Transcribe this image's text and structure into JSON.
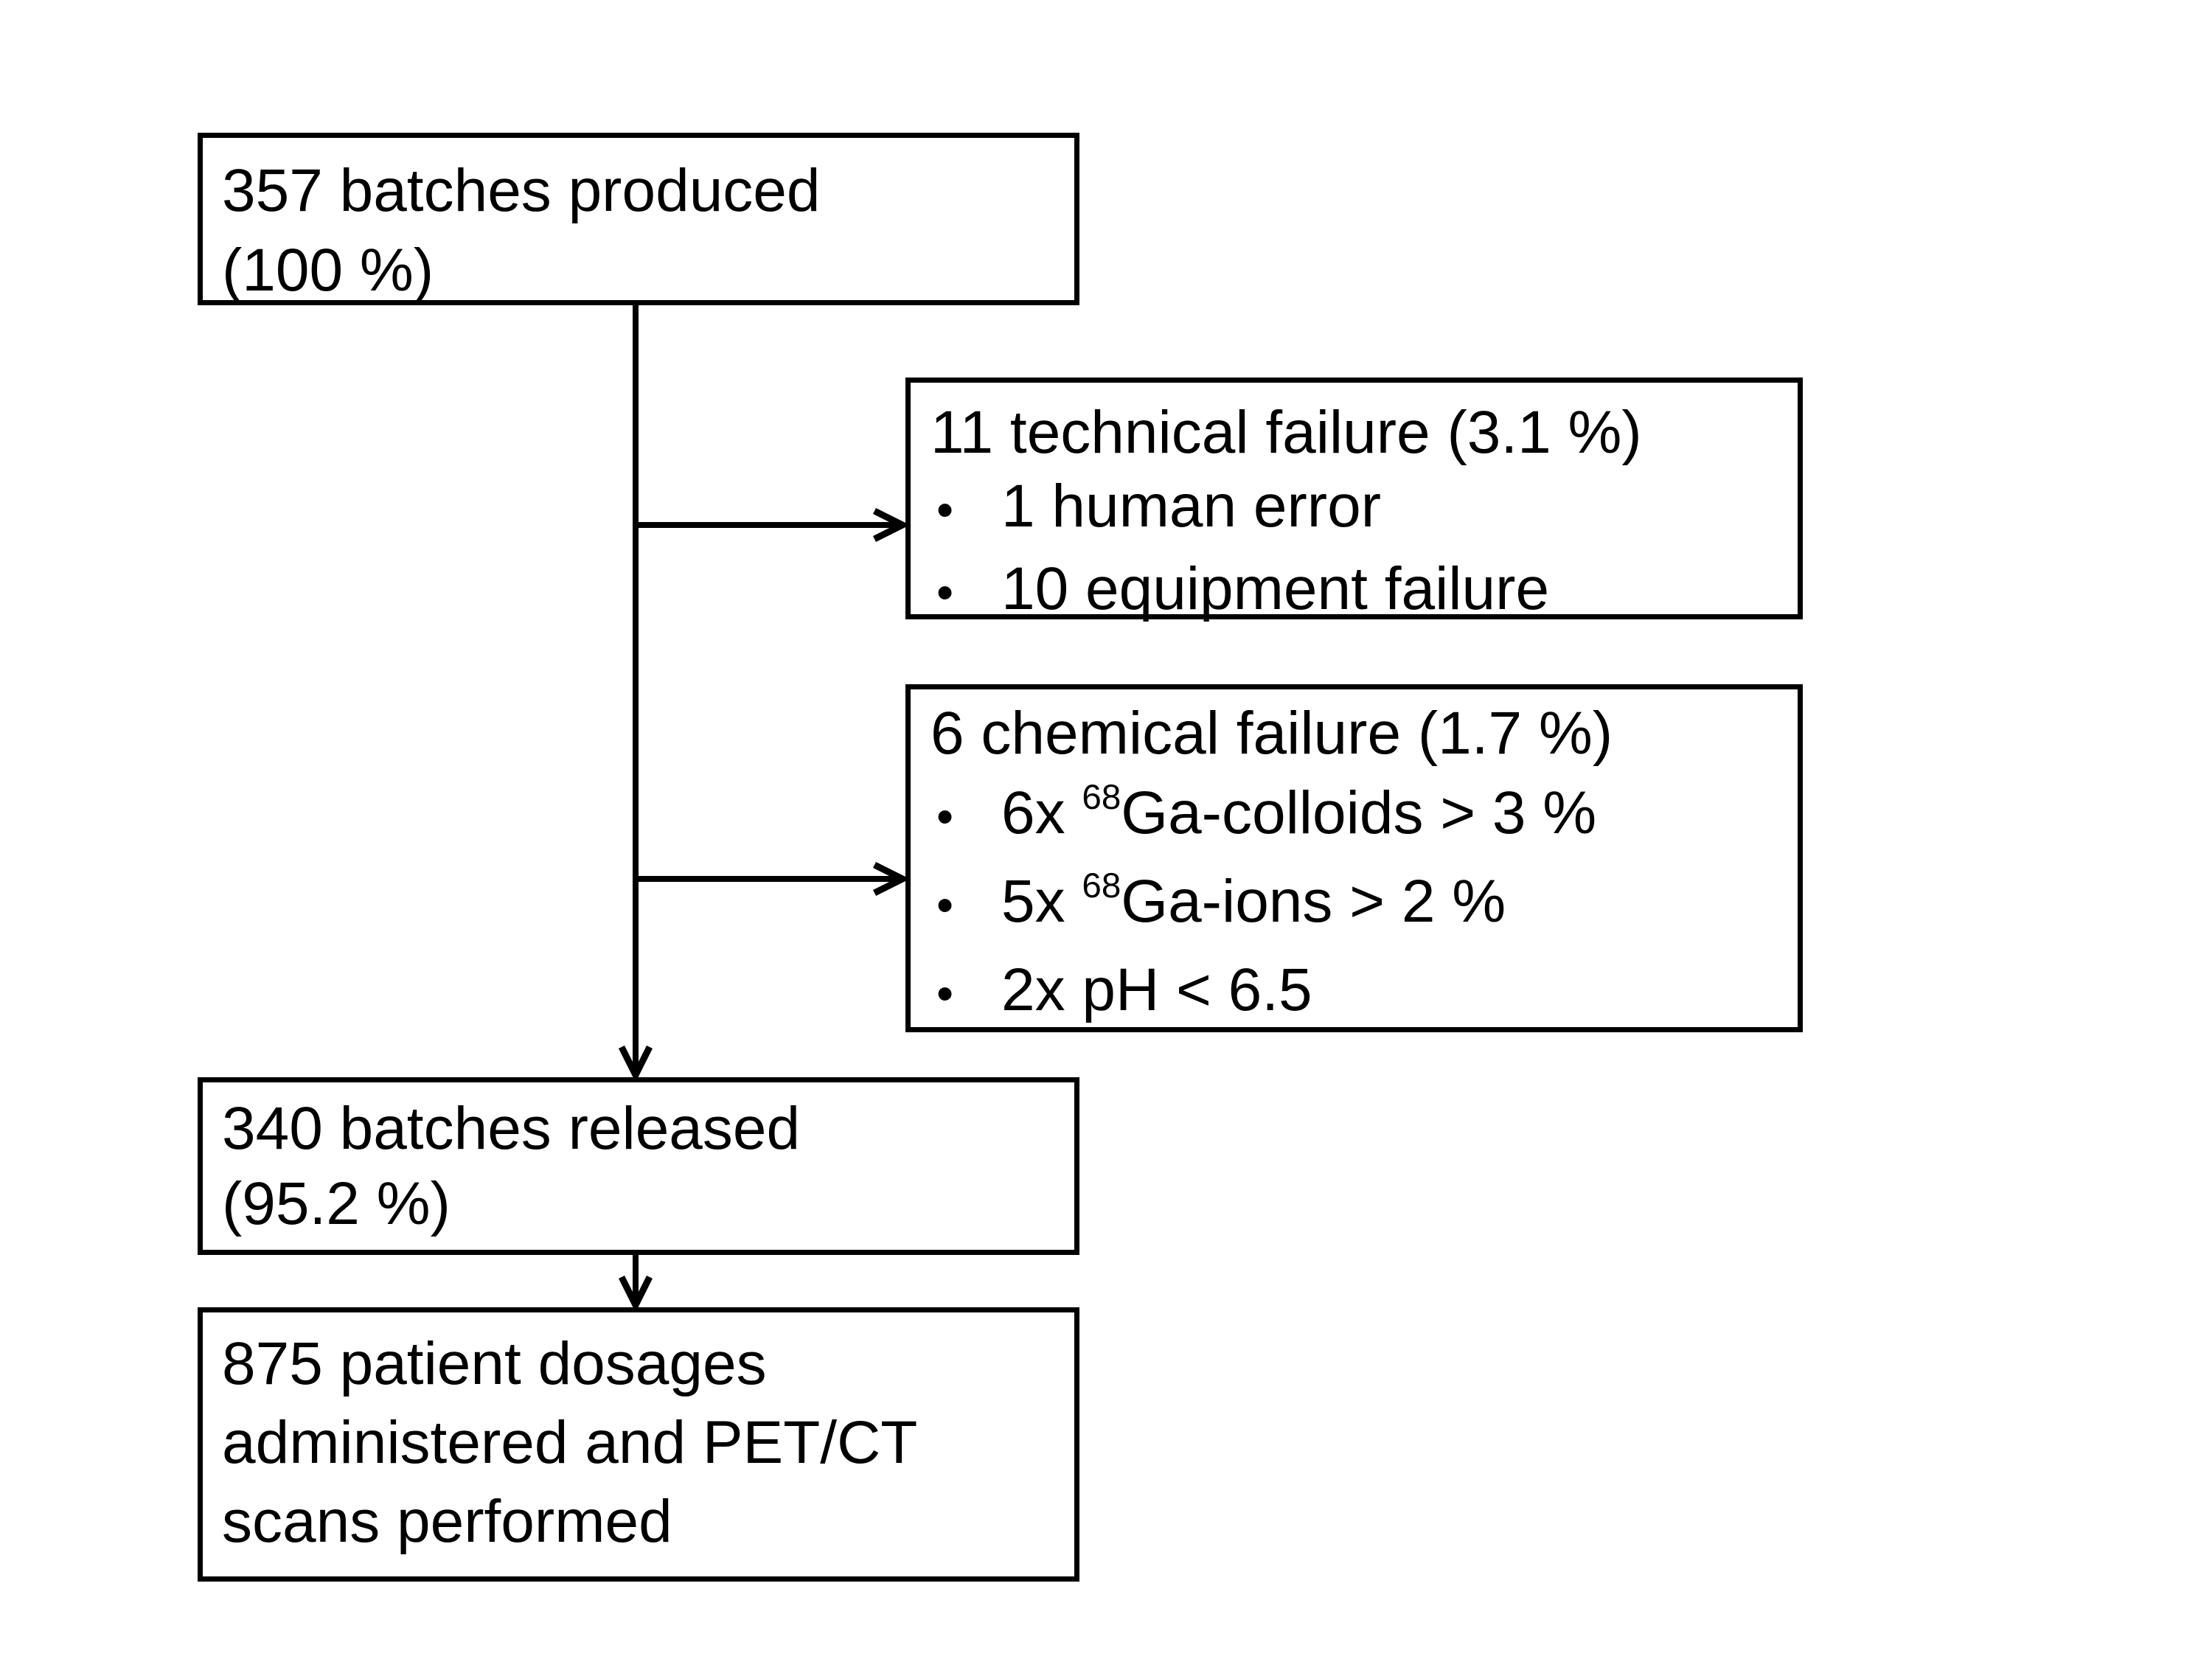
{
  "page": {
    "background": "#ffffff"
  },
  "flowchart": {
    "bullet_glyph": "•",
    "colors": {
      "line": "#000000",
      "text": "#000000",
      "box_fill": "#ffffff",
      "background": "#ffffff"
    },
    "produced": {
      "line1": "357 batches produced",
      "line2": "(100 %)"
    },
    "technical": {
      "title": "11 technical failure (3.1 %)",
      "bullets": [
        {
          "pre": "1 human error",
          "sup": "",
          "post": ""
        },
        {
          "pre": "10 equipment failure",
          "sup": "",
          "post": ""
        }
      ]
    },
    "chemical": {
      "title": "6 chemical failure (1.7 %)",
      "bullets": [
        {
          "pre": "6x ",
          "sup": "68",
          "post": "Ga-colloids > 3 %"
        },
        {
          "pre": "5x ",
          "sup": "68",
          "post": "Ga-ions > 2 %"
        },
        {
          "pre": "2x pH < 6.5",
          "sup": "",
          "post": ""
        }
      ]
    },
    "released": {
      "line1": "340 batches released",
      "line2": "(95.2 %)"
    },
    "dosages": {
      "line1": "875 patient dosages",
      "line2": "administered and PET/CT",
      "line3": "scans performed"
    }
  }
}
